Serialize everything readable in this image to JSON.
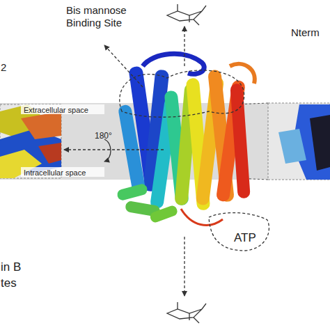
{
  "diagram": {
    "nodes": [
      {
        "text": [
          "ATP"
        ]
      }
    ],
    "labels": [
      "Bis mannose Binding Site",
      "Nterm",
      "2",
      "Extracellular space",
      "Intracellular space",
      "180°",
      "in B",
      "tes"
    ]
  }
}
